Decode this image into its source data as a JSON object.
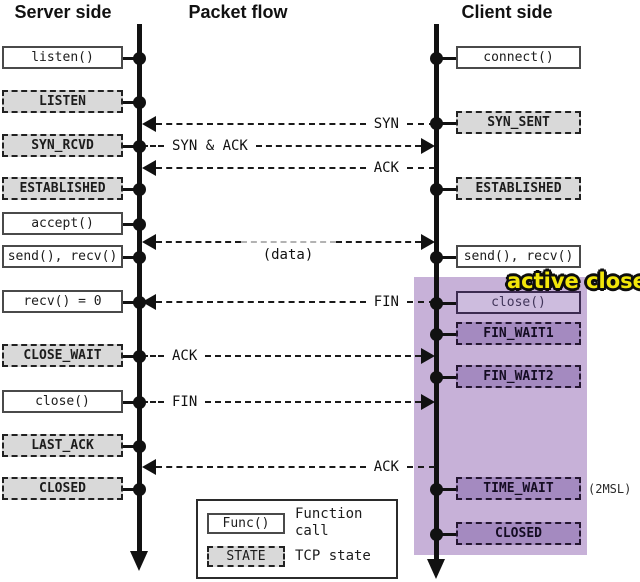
{
  "titles": {
    "server": "Server side",
    "flow": "Packet flow",
    "client": "Client side"
  },
  "server": {
    "rows": [
      {
        "label": "listen()",
        "kind": "func"
      },
      {
        "label": "LISTEN",
        "kind": "state"
      },
      {
        "label": "SYN_RCVD",
        "kind": "state"
      },
      {
        "label": "ESTABLISHED",
        "kind": "state"
      },
      {
        "label": "accept()",
        "kind": "func"
      },
      {
        "label": "send(), recv()",
        "kind": "func"
      },
      {
        "label": "recv() = 0",
        "kind": "func"
      },
      {
        "label": "CLOSE_WAIT",
        "kind": "state"
      },
      {
        "label": "close()",
        "kind": "func"
      },
      {
        "label": "LAST_ACK",
        "kind": "state"
      },
      {
        "label": "CLOSED",
        "kind": "state"
      }
    ]
  },
  "client": {
    "rows": [
      {
        "label": "connect()",
        "kind": "func"
      },
      {
        "label": "SYN_SENT",
        "kind": "state"
      },
      {
        "label": "ESTABLISHED",
        "kind": "state"
      },
      {
        "label": "send(), recv()",
        "kind": "func"
      },
      {
        "label": "close()",
        "kind": "func-purple"
      },
      {
        "label": "FIN_WAIT1",
        "kind": "state-purple"
      },
      {
        "label": "FIN_WAIT2",
        "kind": "state-purple"
      },
      {
        "label": "TIME_WAIT",
        "kind": "state-purple"
      },
      {
        "label": "CLOSED",
        "kind": "state-purple"
      }
    ]
  },
  "arrows": [
    {
      "label": "SYN",
      "direction": "to-server"
    },
    {
      "label": "SYN & ACK",
      "direction": "to-client"
    },
    {
      "label": "ACK",
      "direction": "to-server"
    },
    {
      "label": "(data)",
      "direction": "both"
    },
    {
      "label": "FIN",
      "direction": "to-server"
    },
    {
      "label": "ACK",
      "direction": "to-client"
    },
    {
      "label": "FIN",
      "direction": "to-client"
    },
    {
      "label": "ACK",
      "direction": "to-server"
    }
  ],
  "annotations": {
    "active_close": "active close",
    "msl": "(2MSL)"
  },
  "legend": {
    "func_sample": "Func()",
    "func_label": "Function call",
    "state_sample": "STATE",
    "state_label": "TCP state"
  },
  "colors": {
    "state_fill": "#d9d9d9",
    "region_fill": "#c7b1d8",
    "purple_state_fill": "#a48ac0",
    "purple_func_fill": "#cdbcde",
    "highlight": "#f2e60a"
  }
}
